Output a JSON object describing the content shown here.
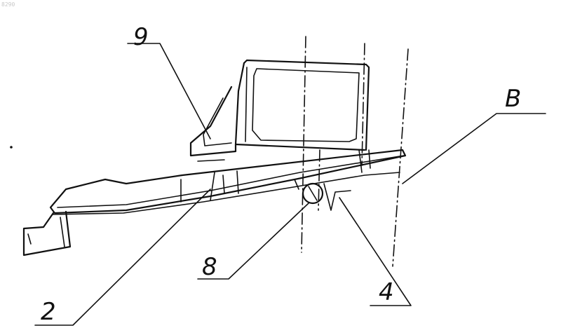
{
  "image_code": "8290",
  "labels": {
    "part_9": "9",
    "part_B": "B",
    "part_8": "8",
    "part_2": "2",
    "part_4": "4"
  }
}
